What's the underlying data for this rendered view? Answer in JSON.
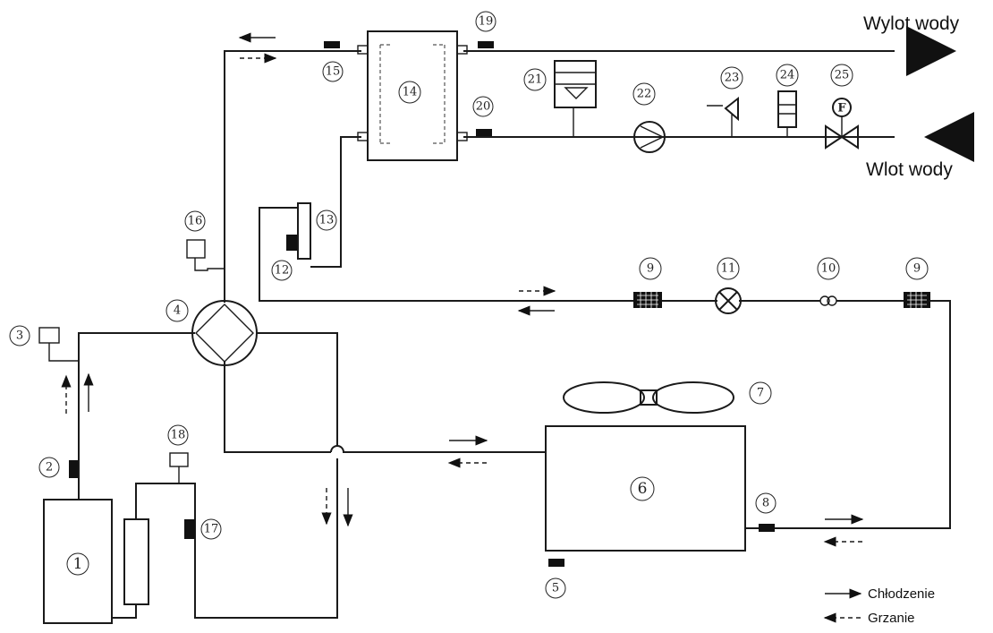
{
  "labels": {
    "water_out": "Wylot wody",
    "water_in": "Wlot wody"
  },
  "legend": {
    "cooling": "Chłodzenie",
    "heating": "Grzanie"
  },
  "numbers": {
    "n1": "1",
    "n2": "2",
    "n3": "3",
    "n4": "4",
    "n5": "5",
    "n6": "6",
    "n7": "7",
    "n8": "8",
    "n9a": "9",
    "n9b": "9",
    "n10": "10",
    "n11": "11",
    "n12": "12",
    "n13": "13",
    "n14": "14",
    "n15": "15",
    "n16": "16",
    "n17": "17",
    "n18": "18",
    "n19": "19",
    "n20": "20",
    "n21": "21",
    "n22": "22",
    "n23": "23",
    "n24": "24",
    "n25": "25"
  },
  "valve_letter": "F"
}
